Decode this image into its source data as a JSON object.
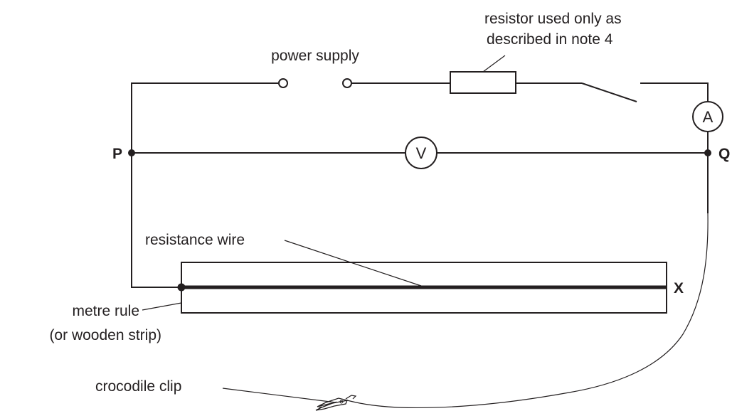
{
  "labels": {
    "power_supply": "power supply",
    "resistor_note_line1": "resistor used only as",
    "resistor_note_line2": "described in note 4",
    "point_p": "P",
    "point_q": "Q",
    "point_x": "X",
    "voltmeter": "V",
    "ammeter": "A",
    "resistance_wire": "resistance wire",
    "metre_rule_line1": "metre rule",
    "metre_rule_line2": "(or wooden strip)",
    "crocodile_clip": "crocodile clip"
  },
  "colors": {
    "ink": "#231f20",
    "background": "#ffffff"
  }
}
